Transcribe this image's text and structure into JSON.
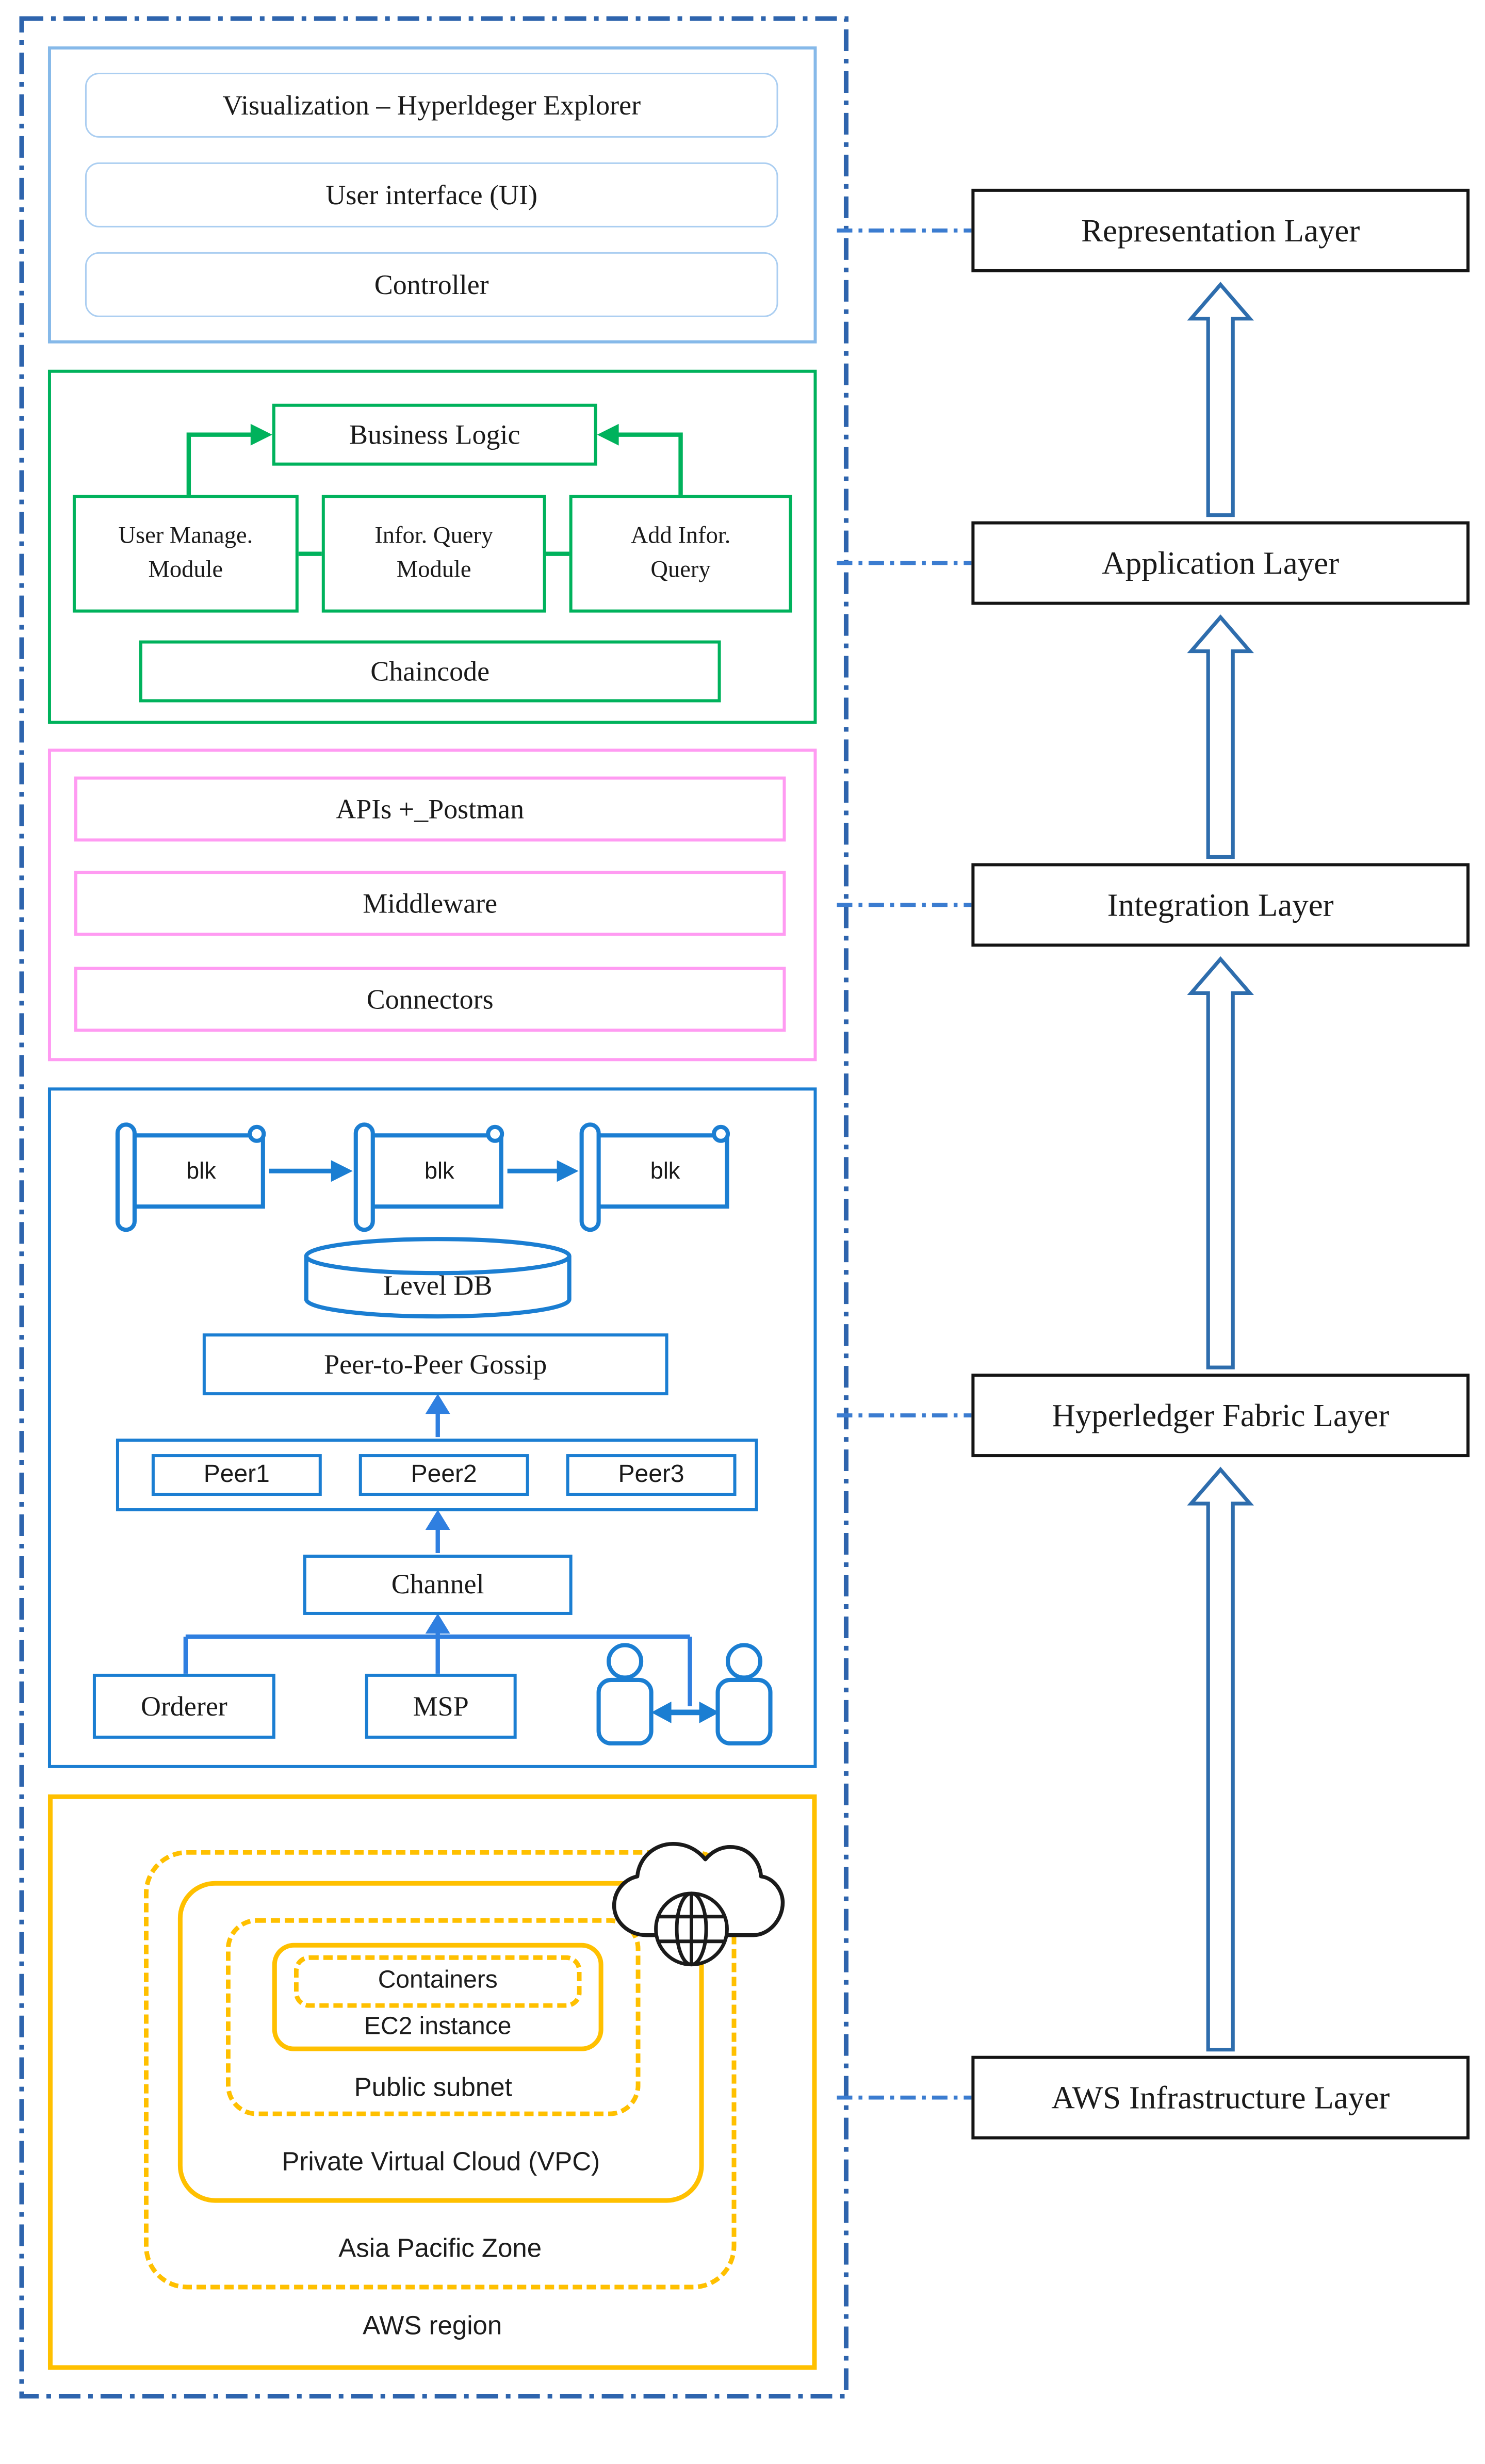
{
  "representation": {
    "box1": "Visualization – Hyperldeger Explorer",
    "box2": "User interface (UI)",
    "box3": "Controller"
  },
  "application": {
    "business_logic": "Business Logic",
    "module1_line1": "User Manage.",
    "module1_line2": "Module",
    "module2_line1": "Infor. Query",
    "module2_line2": "Module",
    "module3_line1": "Add Infor.",
    "module3_line2": "Query",
    "chaincode": "Chaincode"
  },
  "integration": {
    "box1": "APIs +_Postman",
    "box2": "Middleware",
    "box3": "Connectors"
  },
  "fabric": {
    "blk": "blk",
    "leveldb": "Level DB",
    "gossip": "Peer-to-Peer Gossip",
    "peer1": "Peer1",
    "peer2": "Peer2",
    "peer3": "Peer3",
    "channel": "Channel",
    "orderer": "Orderer",
    "msp": "MSP"
  },
  "aws": {
    "containers": "Containers",
    "ec2": "EC2 instance",
    "public_subnet": "Public subnet",
    "vpc": "Private Virtual Cloud (VPC)",
    "zone": "Asia Pacific Zone",
    "region": "AWS region"
  },
  "layers": {
    "representation": "Representation Layer",
    "application": "Application Layer",
    "integration": "Integration Layer",
    "fabric": "Hyperledger Fabric Layer",
    "aws": "AWS Infrastructure Layer"
  },
  "colors": {
    "outer_border_blue": "#2e64ad",
    "connector_blue": "#3b7cd0",
    "fabric_blue": "#1b7ed2",
    "light_blue_frame": "#86b9e9",
    "light_blue_inner": "#abcef1",
    "green": "#00b25c",
    "pink": "#ff9bf2",
    "yellow": "#ffc000",
    "layer_box_border": "#141414",
    "block_arrow_blue": "#2e6dad"
  }
}
